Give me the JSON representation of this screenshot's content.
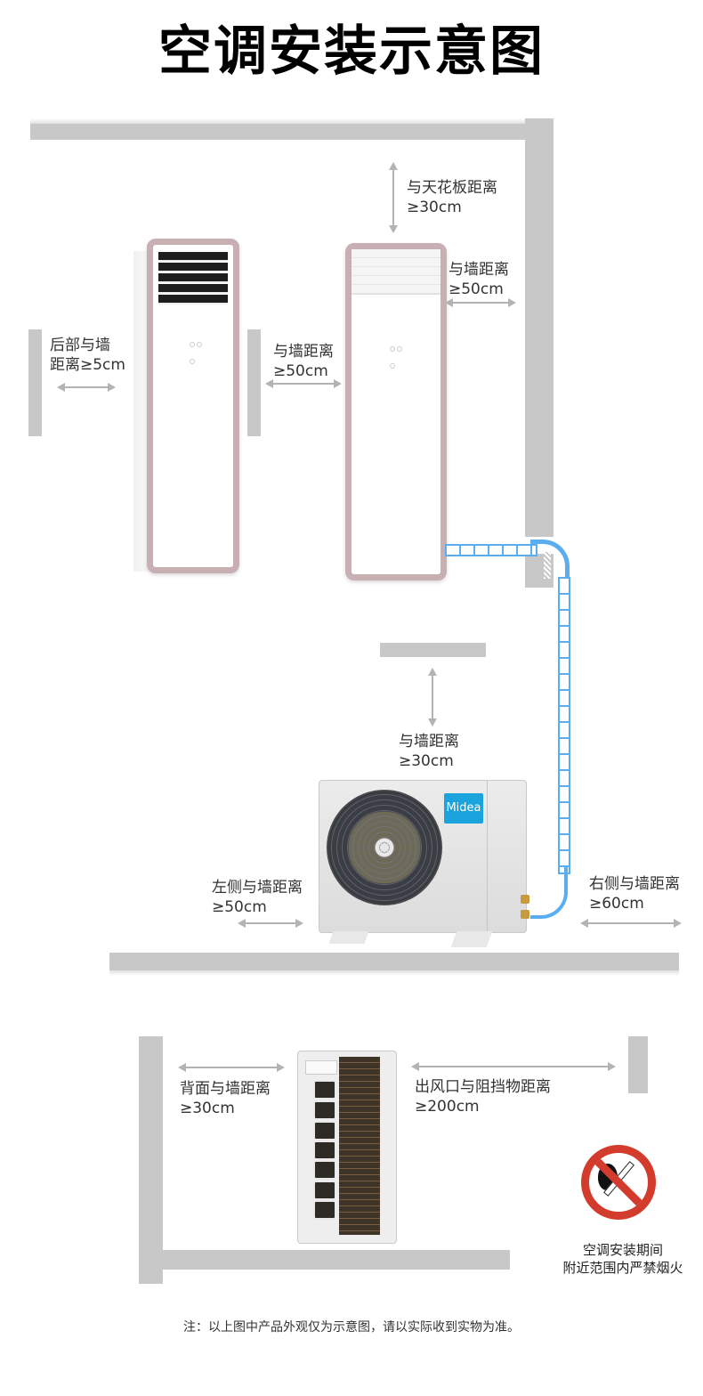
{
  "title": "空调安装示意图",
  "indoor_section": {
    "ceiling_clearance": {
      "line1": "与天花板距离",
      "line2": "≥30cm"
    },
    "right_wall_clearance": {
      "line1": "与墙距离",
      "line2": "≥50cm"
    },
    "rear_wall_clearance": {
      "line1": "后部与墙",
      "line2": "距离≥5cm"
    },
    "side_wall_clearance": {
      "line1": "与墙距离",
      "line2": "≥50cm"
    }
  },
  "outdoor_section": {
    "top_wall_clearance": {
      "line1": "与墙距离",
      "line2": "≥30cm"
    },
    "left_wall_clearance": {
      "line1": "左侧与墙距离",
      "line2": "≥50cm"
    },
    "right_wall_clearance": {
      "line1": "右侧与墙距离",
      "line2": "≥60cm"
    },
    "brand": "Midea"
  },
  "side_view_section": {
    "back_clearance": {
      "line1": "背面与墙距离",
      "line2": "≥30cm"
    },
    "outlet_clearance": {
      "line1": "出风口与阻挡物距离",
      "line2": "≥200cm"
    }
  },
  "warning": {
    "icon": "no-fire-icon",
    "line1": "空调安装期间",
    "line2": "附近范围内严禁烟火",
    "color": "#d33b2d"
  },
  "note": "注：以上图中产品外观仅为示意图，请以实际收到实物为准。",
  "colors": {
    "wall": "#c8c8c8",
    "arrow": "#b3b3b3",
    "pipe": "#5aaef0",
    "indoor_frame": "#c8afb3",
    "brand_blue": "#1aa3dd"
  }
}
